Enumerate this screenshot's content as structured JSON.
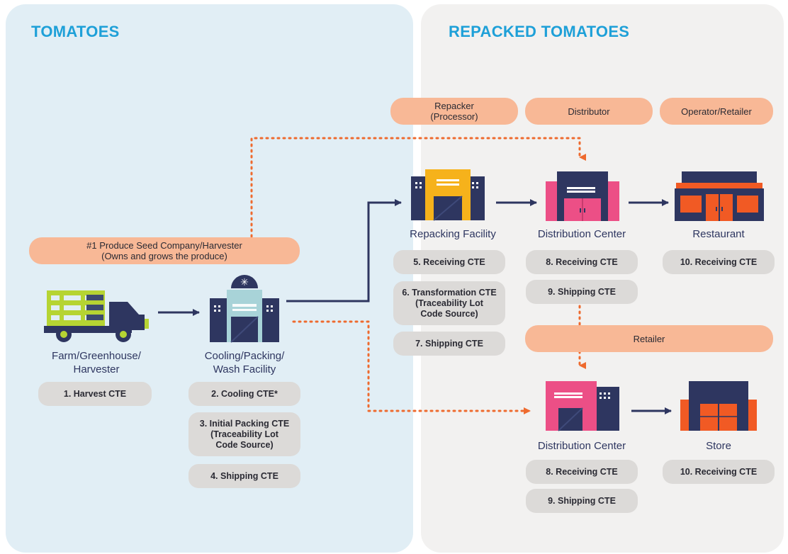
{
  "panels": {
    "left_title": "TOMATOES",
    "right_title": "REPACKED TOMATOES"
  },
  "roles": {
    "repacker": "Repacker\n(Processor)",
    "distributor": "Distributor",
    "operator_retailer": "Operator/Retailer",
    "retailer": "Retailer",
    "seed_company": "#1 Produce Seed Company/Harvester\n(Owns and grows the produce)"
  },
  "nodes": {
    "farm": "Farm/Greenhouse/\nHarvester",
    "cooling": "Cooling/Packing/\nWash Facility",
    "repacking": "Repacking Facility",
    "dc_top": "Distribution Center",
    "restaurant": "Restaurant",
    "dc_bottom": "Distribution Center",
    "store": "Store"
  },
  "ctes": {
    "harvest": "1. Harvest CTE",
    "cooling": "2. Cooling CTE*",
    "initial_packing": "3. Initial Packing CTE\n(Traceability Lot\nCode Source)",
    "shipping_4": "4. Shipping CTE",
    "receiving_5": "5. Receiving CTE",
    "transformation_6": "6. Transformation CTE\n(Traceability Lot\nCode Source)",
    "shipping_7": "7. Shipping CTE",
    "dc_top_receiving_8": "8. Receiving CTE",
    "dc_top_shipping_9": "9. Shipping CTE",
    "restaurant_receiving_10": "10. Receiving CTE",
    "dc_bottom_receiving_8": "8. Receiving CTE",
    "dc_bottom_shipping_9": "9. Shipping CTE",
    "store_receiving_10": "10. Receiving CTE"
  },
  "colors": {
    "left_panel": "#e1eef5",
    "right_panel": "#f2f1f0",
    "title_blue": "#1ea0d8",
    "role_pill": "#f8b896",
    "cte_pill": "#dcdad8",
    "navy": "#2e3660",
    "dotted_line": "#ee6a2e",
    "pink": "#ec4f86",
    "orange": "#f15a24",
    "yellow": "#f6b21b",
    "teal": "#a8d3d8",
    "lime": "#b6d433"
  }
}
